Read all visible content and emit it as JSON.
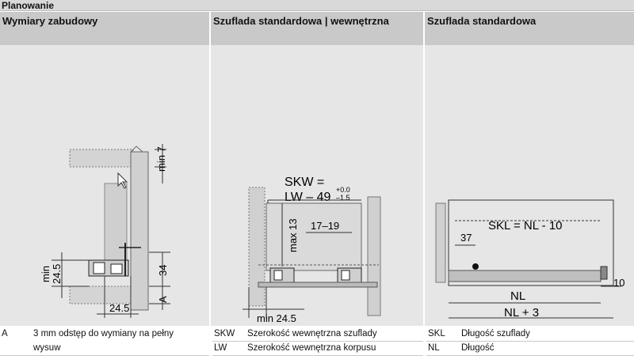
{
  "page": {
    "title": "Planowanie"
  },
  "panels": [
    {
      "title": "Wymiary zabudowy"
    },
    {
      "title": "Szuflada standardowa | wewnętrzna"
    },
    {
      "title": "Szuflada standardowa"
    }
  ],
  "diagram1": {
    "dim_min7": "min 7",
    "dim_min245": "min\n24.5",
    "dim_min245_a": "min",
    "dim_min245_b": "24.5",
    "dim_34": "34",
    "dim_A": "A",
    "dim_245_bottom": "24.5"
  },
  "diagram2": {
    "skw_line1": "SKW =",
    "skw_line2": "LW – 49",
    "tol_upper": "+0.0",
    "tol_lower": "–1.5",
    "dim_max13": "max 13",
    "dim_1719": "17–19",
    "dim_min245": "min 24.5"
  },
  "diagram3": {
    "skl_formula": "SKL = NL - 10",
    "dim_37": "37",
    "dim_10": "10",
    "dim_NL": "NL",
    "dim_NL3": "NL + 3"
  },
  "legend": {
    "col1": [
      {
        "abbr": "A",
        "desc": "3 mm odstęp do wymiany na pełny",
        "desc2": "wysuw"
      }
    ],
    "col2": [
      {
        "abbr": "SKW",
        "desc": "Szerokość wewnętrzna szuflady"
      },
      {
        "abbr": "LW",
        "desc": "Szerokość wewnętrzna korpusu"
      }
    ],
    "col3": [
      {
        "abbr": "SKL",
        "desc": "Długość szuflady"
      },
      {
        "abbr": "NL",
        "desc": "Długość"
      }
    ]
  },
  "colors": {
    "panel_bg": "#e6e6e6",
    "header_bg": "#c9c9c9",
    "topbar_bg": "#d9d9d9"
  }
}
